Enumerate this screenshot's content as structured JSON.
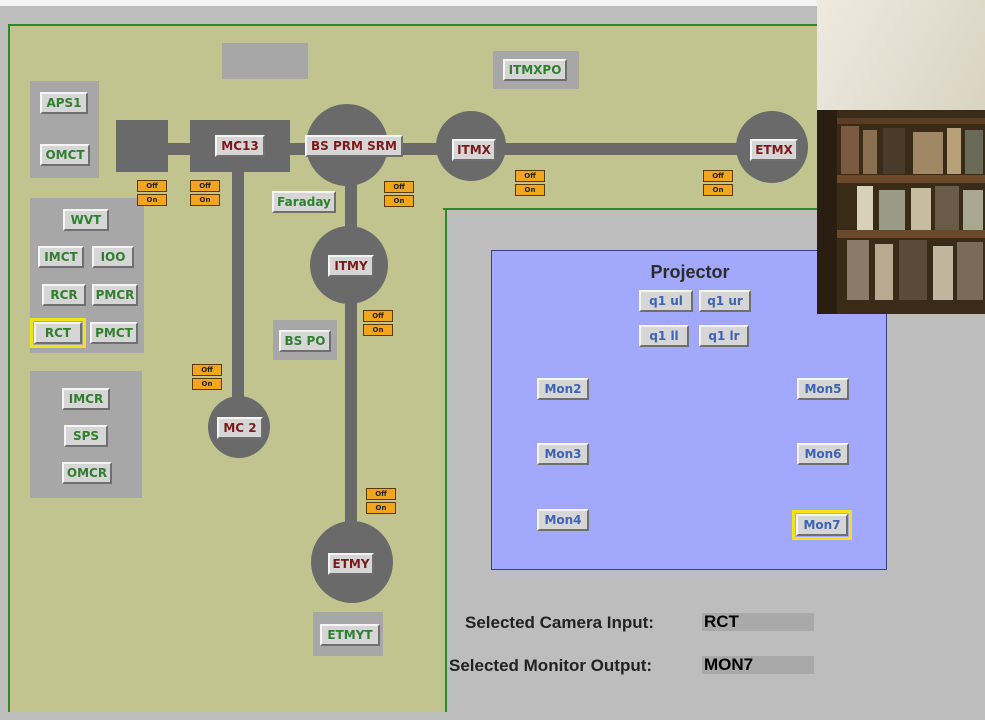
{
  "layout_panel": {
    "buttons": {
      "aps1": "APS1",
      "omct": "OMCT",
      "wvt": "WVT",
      "imct": "IMCT",
      "ioo": "IOO",
      "rcr": "RCR",
      "pmcr": "PMCR",
      "rct": "RCT",
      "pmct": "PMCT",
      "imcr": "IMCR",
      "sps": "SPS",
      "omcr": "OMCR",
      "faraday": "Faraday",
      "bs_po": "BS PO",
      "itmxpo": "ITMXPO",
      "etmyt": "ETMYT"
    },
    "optics": {
      "mc13": "MC13",
      "bs_prm_srm": "BS PRM SRM",
      "itmx": "ITMX",
      "etmx": "ETMX",
      "itmy": "ITMY",
      "mc2": "MC 2",
      "etmy": "ETMY"
    },
    "switch_off": "Off",
    "switch_on": "On"
  },
  "projector_panel": {
    "title": "Projector",
    "quads": [
      "q1 ul",
      "q1 ur",
      "q1 ll",
      "q1 lr"
    ],
    "monitors": [
      "Mon2",
      "Mon3",
      "Mon4",
      "Mon5",
      "Mon6",
      "Mon7"
    ]
  },
  "status": {
    "camera_label": "Selected Camera Input:",
    "camera_value": "RCT",
    "monitor_label": "Selected Monitor Output:",
    "monitor_value": "MON7"
  },
  "colors": {
    "olive_panel": "#c2c48f",
    "projector_panel": "#a2a8fb",
    "highlight": "#f2e21c",
    "switch": "#f2a51d"
  }
}
